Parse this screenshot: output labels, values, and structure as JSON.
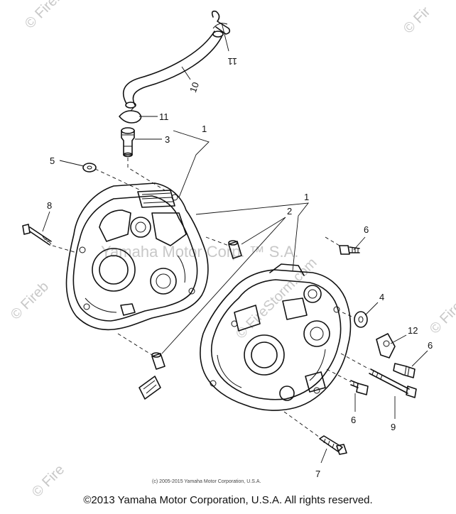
{
  "watermarks": {
    "top_left": "© Fireb",
    "top_right": "© Fir",
    "center": "Yamaha Motor Corp. ™ S.A.",
    "diagonal": "© FireStorm.com",
    "mid_left": "© Fireb",
    "mid_right": "© Fire",
    "bottom_left": "© Fire"
  },
  "callouts": [
    {
      "id": "11a",
      "text": "11"
    },
    {
      "id": "10",
      "text": "10"
    },
    {
      "id": "11b",
      "text": "11"
    },
    {
      "id": "3",
      "text": "3"
    },
    {
      "id": "1a",
      "text": "1"
    },
    {
      "id": "5",
      "text": "5"
    },
    {
      "id": "1b",
      "text": "1"
    },
    {
      "id": "8",
      "text": "8"
    },
    {
      "id": "2",
      "text": "2"
    },
    {
      "id": "6a",
      "text": "6"
    },
    {
      "id": "4",
      "text": "4"
    },
    {
      "id": "12",
      "text": "12"
    },
    {
      "id": "6b",
      "text": "6"
    },
    {
      "id": "6c",
      "text": "6"
    },
    {
      "id": "9",
      "text": "9"
    },
    {
      "id": "7",
      "text": "7"
    }
  ],
  "small_copyright": "(c) 2005-2015 Yamaha Motor Corporation, U.S.A.",
  "footer_copyright": "©2013 Yamaha Motor Corporation, U.S.A. All rights reserved."
}
